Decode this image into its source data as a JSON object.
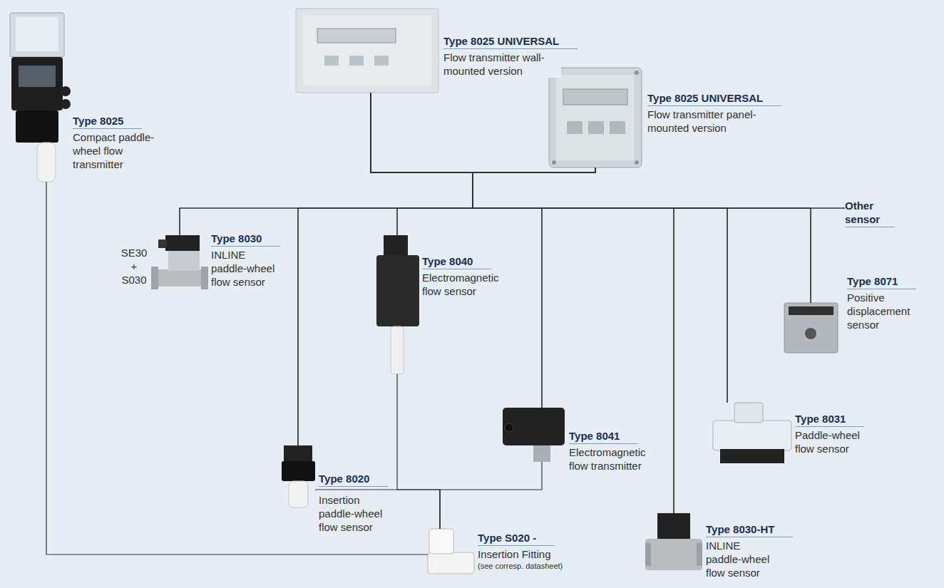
{
  "diagram": {
    "nodes": [
      {
        "text": [
          "Type 8025",
          "Compact paddle-wheel flow transmitter"
        ]
      },
      {
        "text": [
          "Type 8025 UNIVERSAL",
          "Flow transmitter wall-mounted version"
        ]
      },
      {
        "text": [
          "Type 8025 UNIVERSAL",
          "Flow transmitter panel-mounted version"
        ]
      },
      {
        "text": [
          "Type 8030",
          "INLINE paddle-wheel flow sensor"
        ]
      },
      {
        "text": [
          "Type 8040",
          "Electromagnetic flow sensor"
        ]
      },
      {
        "text": [
          "Other sensor"
        ]
      },
      {
        "text": [
          "Type 8071",
          "Positive displacement sensor"
        ]
      },
      {
        "text": [
          "Type 8020",
          "Insertion paddle-wheel flow sensor"
        ]
      },
      {
        "text": [
          "Type 8041",
          "Electromagnetic flow transmitter"
        ]
      },
      {
        "text": [
          "Type 8031",
          "Paddle-wheel flow sensor"
        ]
      },
      {
        "text": [
          "Type 8030-HT",
          "INLINE paddle-wheel flow sensor"
        ]
      },
      {
        "text": [
          "Type S020 -",
          "Insertion Fitting",
          "(see corresp. datasheet)"
        ]
      }
    ],
    "edges": [
      {
        "from": 1,
        "to": 3,
        "arrow": "none"
      },
      {
        "from": 1,
        "to": 7,
        "arrow": "none"
      },
      {
        "from": 1,
        "to": 4,
        "arrow": "none"
      },
      {
        "from": 1,
        "to": 8,
        "arrow": "none"
      },
      {
        "from": 1,
        "to": 10,
        "arrow": "none"
      },
      {
        "from": 1,
        "to": 9,
        "arrow": "none"
      },
      {
        "from": 1,
        "to": 6,
        "arrow": "none"
      },
      {
        "from": 1,
        "to": 5,
        "arrow": "none"
      },
      {
        "from": 2,
        "to": 3,
        "arrow": "none"
      },
      {
        "from": 2,
        "to": 7,
        "arrow": "none"
      },
      {
        "from": 2,
        "to": 4,
        "arrow": "none"
      },
      {
        "from": 2,
        "to": 8,
        "arrow": "none"
      },
      {
        "from": 2,
        "to": 10,
        "arrow": "none"
      },
      {
        "from": 2,
        "to": 9,
        "arrow": "none"
      },
      {
        "from": 2,
        "to": 6,
        "arrow": "none"
      },
      {
        "from": 2,
        "to": 5,
        "arrow": "none"
      },
      {
        "from": 0,
        "to": 11,
        "arrow": "none"
      },
      {
        "from": 7,
        "to": 11,
        "arrow": "none"
      },
      {
        "from": 4,
        "to": 11,
        "arrow": "none"
      },
      {
        "from": 8,
        "to": 11,
        "arrow": "none"
      }
    ],
    "labels": [
      "SE30 + S030"
    ]
  }
}
